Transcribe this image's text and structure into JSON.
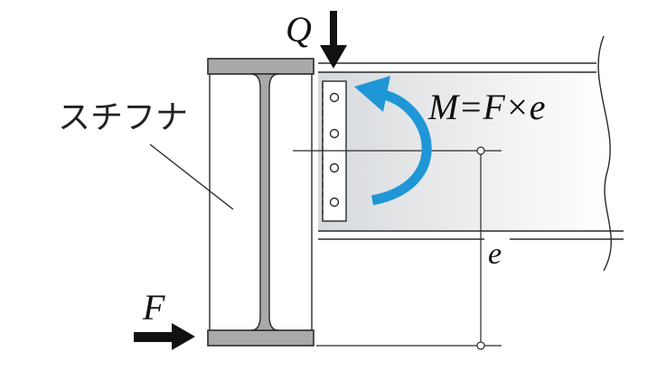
{
  "labels": {
    "stiffener": "スチフナ",
    "shear_force": "Q",
    "axial_force": "F",
    "moment_formula": "M=F×e",
    "eccentricity": "e"
  },
  "colors": {
    "flange_fill": "#a9a9a9",
    "beam_gradient_dark": "#d9dcdf",
    "beam_gradient_light": "#ffffff",
    "moment_arrow": "#1f96d6",
    "outline": "#2a2a2a",
    "force_arrow": "#111111"
  },
  "icons": {
    "shear_arrow": "down-arrow-icon",
    "force_arrow": "right-arrow-icon",
    "moment_arrow": "curved-moment-arrow-icon"
  },
  "bolts": {
    "count": 4
  }
}
